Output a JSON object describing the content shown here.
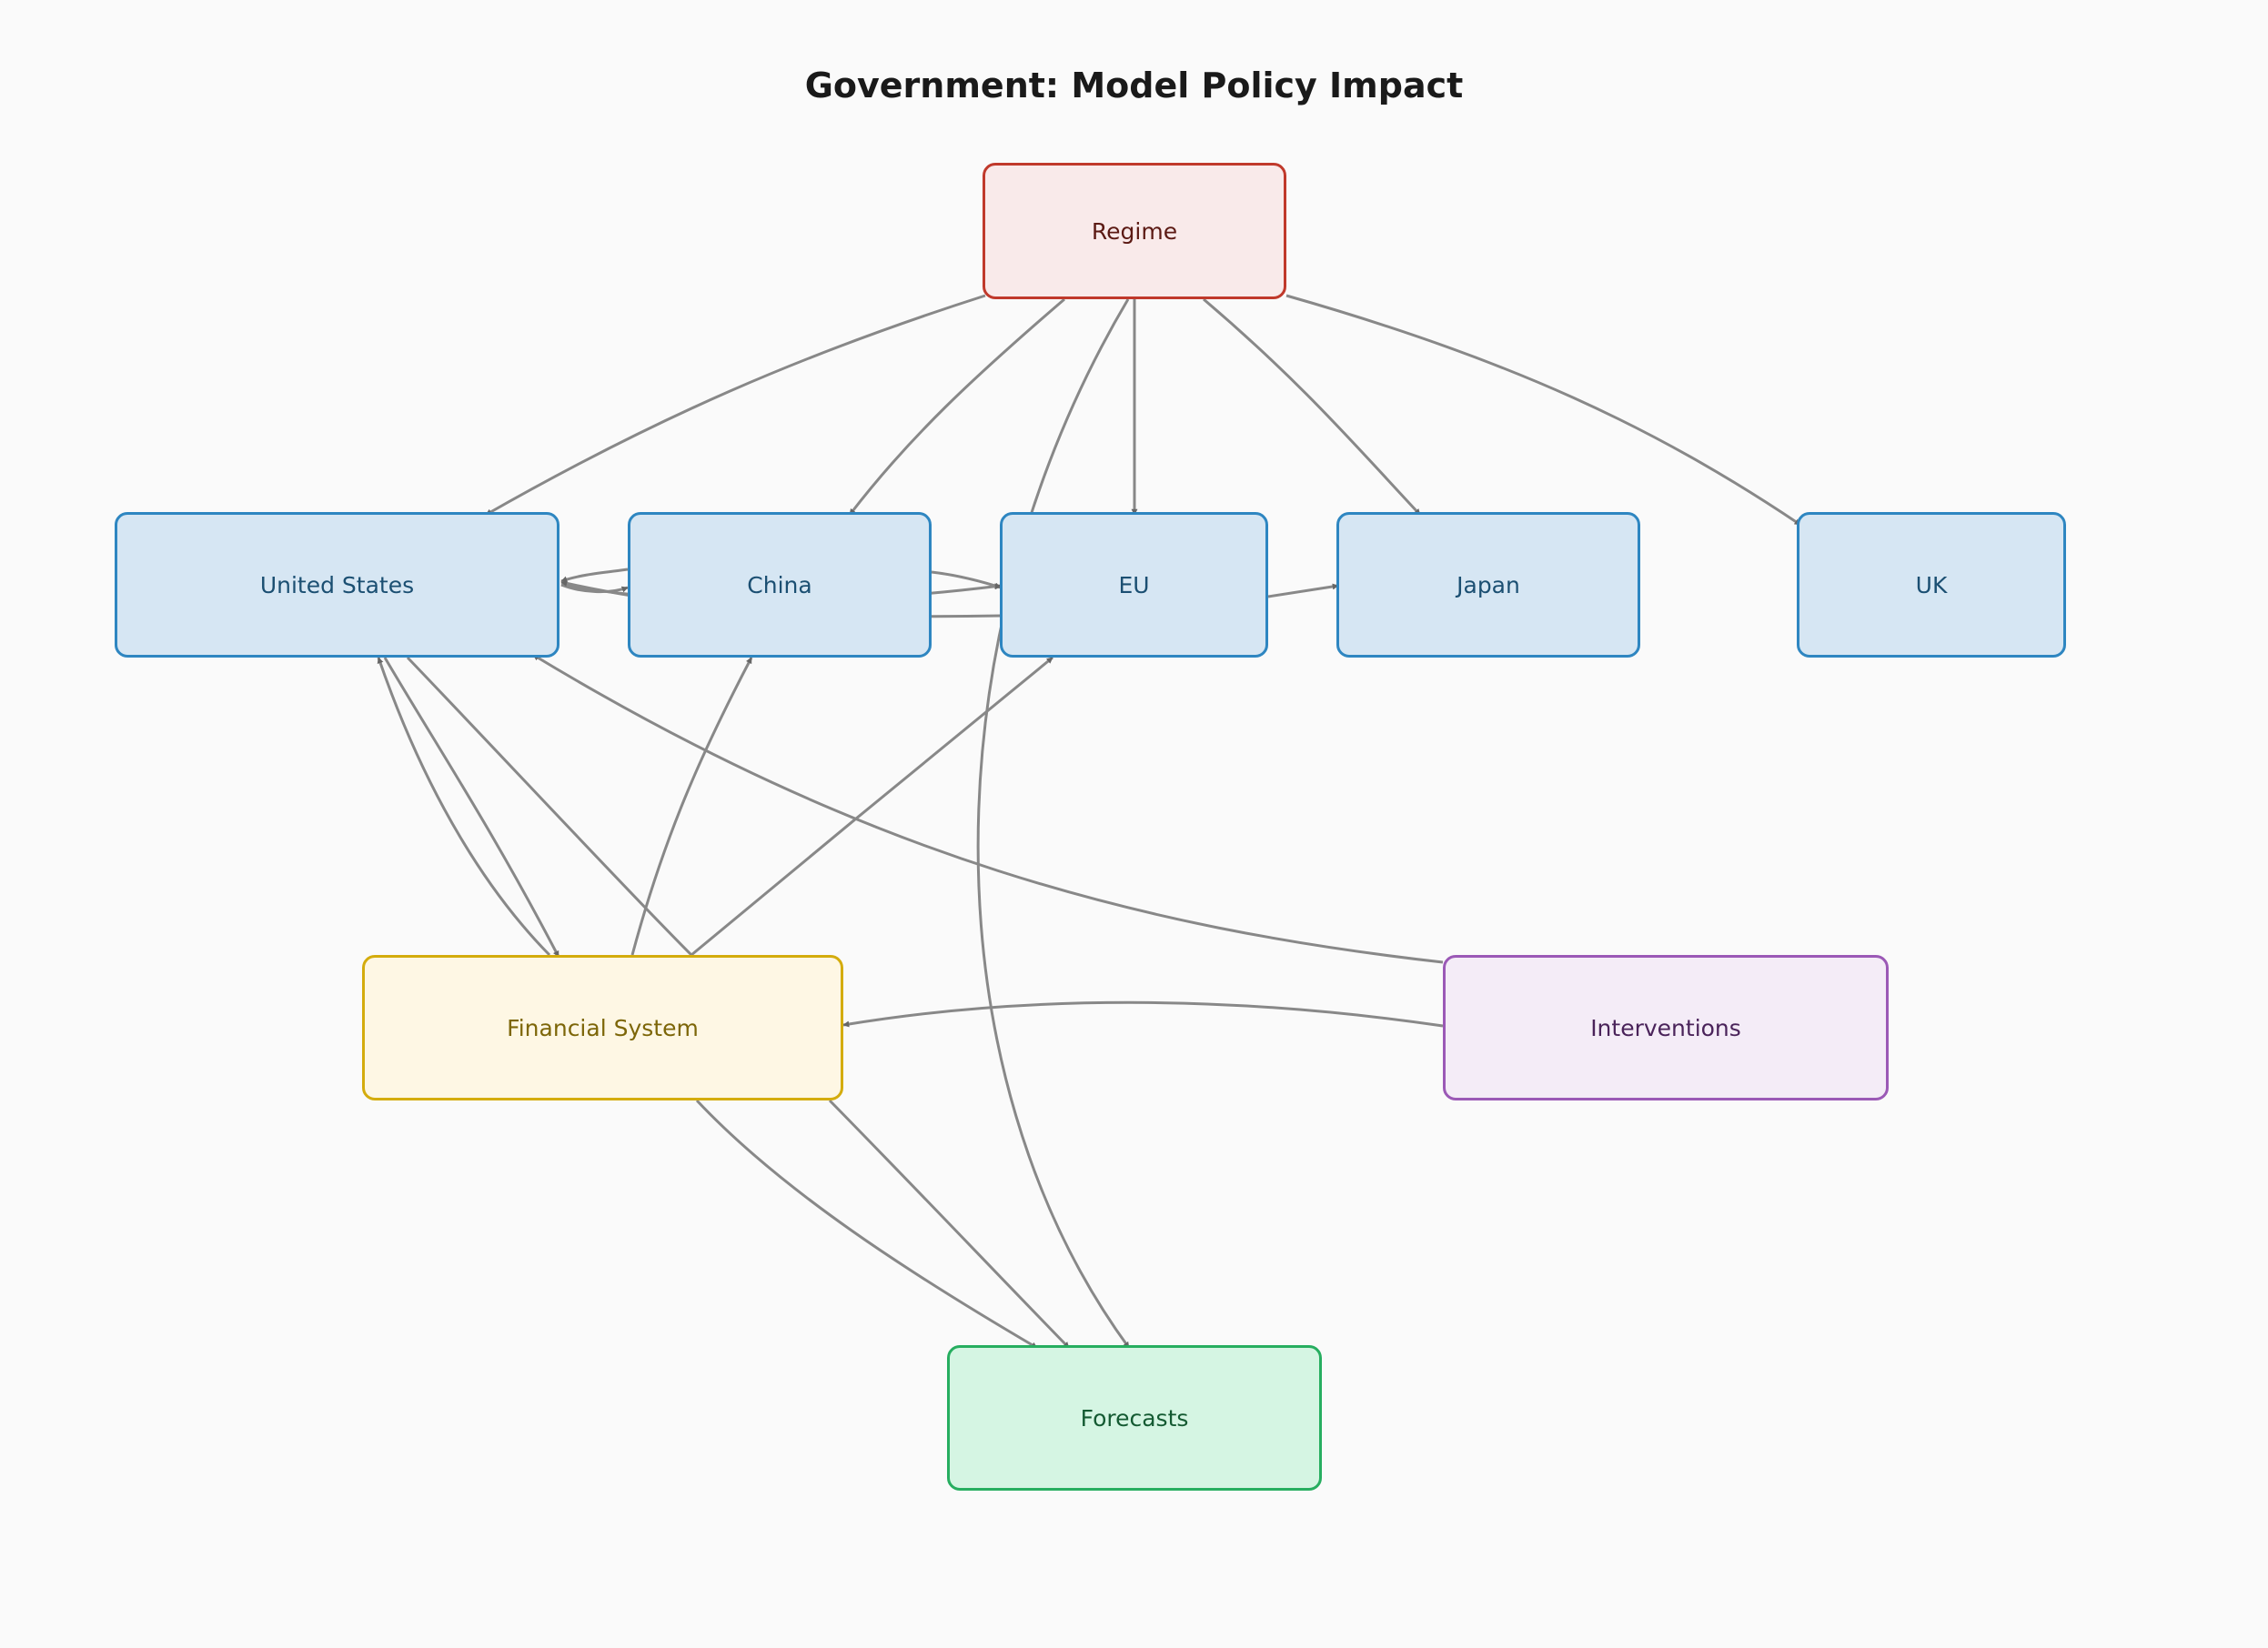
{
  "title": "Government: Model Policy Impact",
  "colors": {
    "background": "#fafafa",
    "edge": "#888888",
    "arrowhead": "#666666",
    "regime": {
      "fill": "#f9eaea",
      "stroke": "#c0392b",
      "text": "#5c1a14"
    },
    "country": {
      "fill": "#d6e6f3",
      "stroke": "#2e86c1",
      "text": "#1b4f72"
    },
    "financial": {
      "fill": "#fef7e4",
      "stroke": "#d4ac0d",
      "text": "#7d6608"
    },
    "interventions": {
      "fill": "#f4ecf7",
      "stroke": "#9b59b6",
      "text": "#4a235a"
    },
    "forecasts": {
      "fill": "#d5f5e3",
      "stroke": "#27ae60",
      "text": "#145a32"
    }
  },
  "nodes": {
    "regime": {
      "label": "Regime",
      "group": "regime"
    },
    "us": {
      "label": "United States",
      "group": "country"
    },
    "china": {
      "label": "China",
      "group": "country"
    },
    "eu": {
      "label": "EU",
      "group": "country"
    },
    "japan": {
      "label": "Japan",
      "group": "country"
    },
    "uk": {
      "label": "UK",
      "group": "country"
    },
    "financial": {
      "label": "Financial System",
      "group": "financial"
    },
    "interventions": {
      "label": "Interventions",
      "group": "interventions"
    },
    "forecasts": {
      "label": "Forecasts",
      "group": "forecasts"
    }
  },
  "edges": [
    {
      "from": "regime",
      "to": "us"
    },
    {
      "from": "regime",
      "to": "china"
    },
    {
      "from": "regime",
      "to": "eu"
    },
    {
      "from": "regime",
      "to": "japan"
    },
    {
      "from": "regime",
      "to": "uk"
    },
    {
      "from": "regime",
      "to": "forecasts"
    },
    {
      "from": "us",
      "to": "china"
    },
    {
      "from": "china",
      "to": "us"
    },
    {
      "from": "china",
      "to": "eu"
    },
    {
      "from": "us",
      "to": "eu"
    },
    {
      "from": "eu",
      "to": "us"
    },
    {
      "from": "eu",
      "to": "japan"
    },
    {
      "from": "us",
      "to": "financial"
    },
    {
      "from": "financial",
      "to": "us"
    },
    {
      "from": "financial",
      "to": "china"
    },
    {
      "from": "financial",
      "to": "eu"
    },
    {
      "from": "us",
      "to": "forecasts"
    },
    {
      "from": "financial",
      "to": "forecasts"
    },
    {
      "from": "interventions",
      "to": "us"
    },
    {
      "from": "interventions",
      "to": "financial"
    }
  ]
}
